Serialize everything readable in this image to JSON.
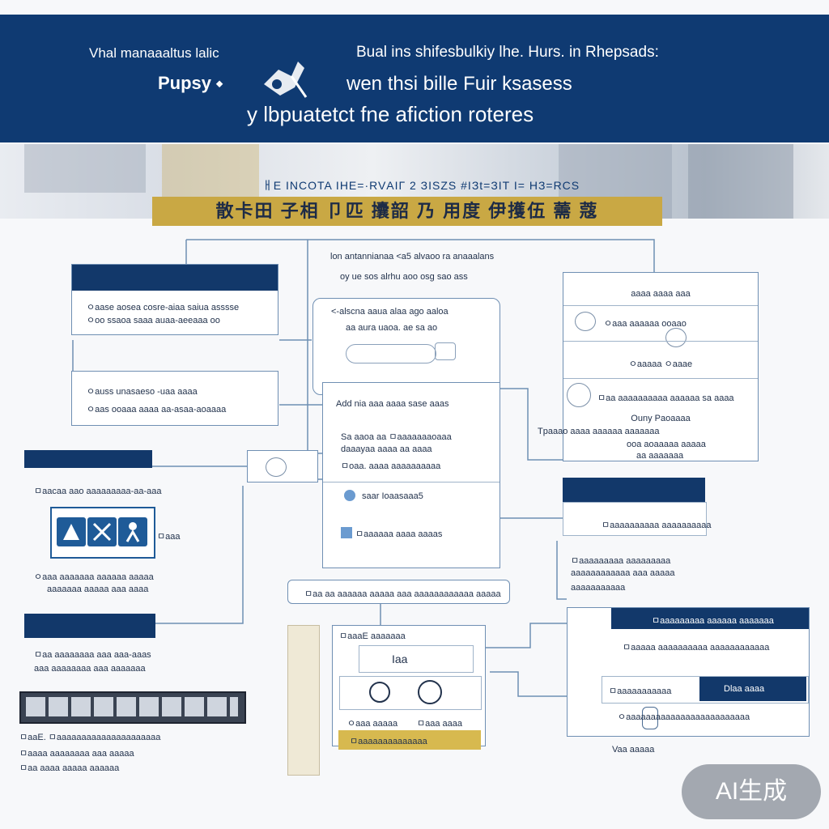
{
  "banner": {
    "line1_left": "Vhal manaaaltus lalic",
    "line1_right": "Bual ins shifesbulkiy lhe. Hurs. in Rhepsads:",
    "line2_left": "Pupsy ⬩",
    "line2_right": "wen thsi bille Fuir ksasess",
    "line3": "y lbpuatetct fne afiction  roteres"
  },
  "subtitle": "ㅐE INCOTA IНE=·RVАIГ 2 ЗISZS #IЗt=ЗIT I= HЗ=RCS",
  "gold_title": "散卡田 子相 卩匹 攮韶 乃 用度 伊擭伍 薷 蔻",
  "center_top": {
    "line1": "lon antannianaa  <a5 alvaoo ra anaaalans",
    "line2": "oy ue sos alrhu aoo osg sao ass"
  },
  "center_speech": {
    "line1": "<-alscna aaua alaa ago aaloa",
    "line2": "aa aura uaoa. ae sa ao"
  },
  "left_box1": {
    "line1": "ㅇaase aosea cosre-aiaa saiua asssse",
    "line2": "ㅇoo ssaoa saaa auaa-aeeaaa oo"
  },
  "left_box2": {
    "line1": "ㅇauss unasaeso -uaa aaaa",
    "line2": "ㅇaas ooaaa aaaa aa-asaa-aoaaaa"
  },
  "center_mid": {
    "heading": "Add nia aaa aaaa sase aaas",
    "line1": "Sa aaoa aa ㅁaaaaaaaoaaa",
    "line2": "daaayaa aaaa aa aaaa",
    "line3": "ㅁoaa. aaaa aaaaaaaaaa",
    "item1": "saar Ioaasaaa5",
    "item2": "ㅁaaaaaa aaaa aaaas"
  },
  "center_bottom_bar": "ㅁaa aa aaaaaa aaaaa aaa aaaaaaaaaaaa aaaaa",
  "right_box1": {
    "heading": "aaaa aaaa aaa",
    "line1": "ㅇaaa aaaaaa ooaao",
    "line2": "ㅇaaaaa ㅇaaae",
    "line3": "ㅁaa aaaaaaaaaa aaaaaa sa aaaa",
    "sub_head": "Ouny Paoaaaa",
    "line4": "Tpaaao aaaa aaaaaa aaaaaaa",
    "line5": "ooa aoaaaaa aaaaa",
    "line6": "aa aaaaaaa"
  },
  "left_icon_box": {
    "line1": "ㅁaacaa aao aaaaaaaaa-aa-aaa",
    "tile_label": "ㅁaaa",
    "line2": "ㅇaaa aaaaaaa aaaaaa aaaaa",
    "line3": "aaaaaaa aaaaa aaa aaaa"
  },
  "left_box3": {
    "line1": "ㅁaa aaaaaaaa aaa aaa-aaas",
    "line2": "aaa aaaaaaaa aaa aaaaaaa"
  },
  "left_bottom_text": {
    "line1": "ㅁaaE.  ㅁaaaaaaaaaaaaaaaaaaaaa",
    "line2": "ㅁaaaa aaaaaaaa aaa aaaaa",
    "line3": "ㅁaa aaaa aaaaa aaaaaa"
  },
  "center_bottom": {
    "heading": "ㅁaaaE aaaaaaa",
    "name": "Iaa",
    "item1": "ㅇaaa aaaaa",
    "item2": "ㅁaaa aaaa",
    "gold_label": "ㅁaaaaaaaaaaaaaa"
  },
  "right_box2": {
    "line1": "ㅁaaaaaaaaaa aaaaaaaaaa",
    "line2": "ㅁaaaaaaaaa aaaaaaaaa",
    "line3": "aaaaaaaaaaaa aaa aaaaa",
    "line4": "aaaaaaaaaaa"
  },
  "right_box3": {
    "header": "ㅁaaaaaaaaa aaaaaa aaaaaaa",
    "line1": "ㅁaaaaa aaaaaaaaaa aaaaaaaaaaaa",
    "line2": "ㅁaaaaaaaaaaa",
    "name": "Dlaa aaaa",
    "line3": "ㅇaaaaaaaaaaaaaaaaaaaaaaaaa",
    "line4": "Vaa aaaaa"
  },
  "badge": "AI生成",
  "colors": {
    "navy": "#0f3a72",
    "gold": "#c9a844",
    "line": "#6f8fb3"
  }
}
